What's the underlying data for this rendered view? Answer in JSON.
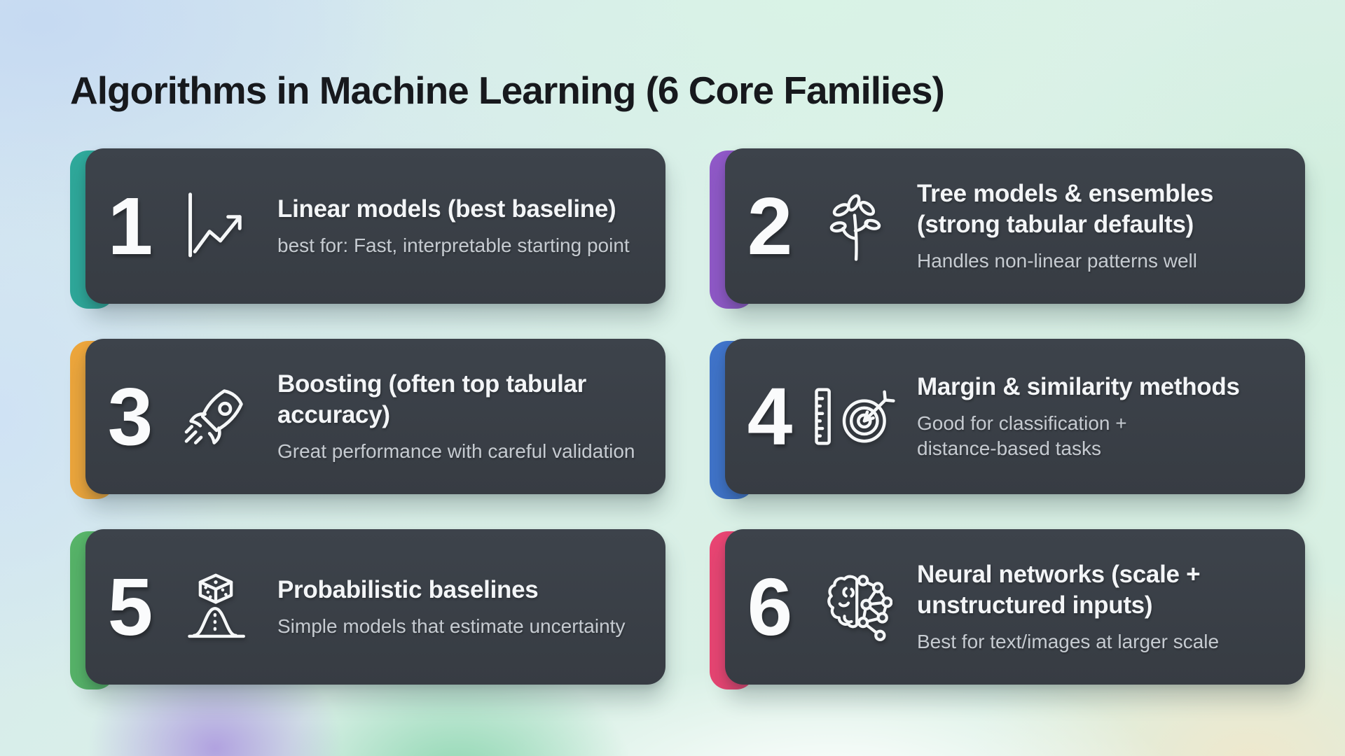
{
  "header": {
    "title": "Algorithms in Machine Learning (6 Core Families)"
  },
  "cards": [
    {
      "number": "1",
      "icon": "line-chart-icon",
      "accent_color": "#2fa99b",
      "title_lines": [
        "Linear models (best baseline)"
      ],
      "subtitle_lines": [
        "best for: Fast, interpretable starting point"
      ]
    },
    {
      "number": "2",
      "icon": "sapling-icon",
      "accent_color": "#9059c8",
      "title_lines": [
        "Tree models & ensembles",
        "(strong tabular defaults)"
      ],
      "subtitle_lines": [
        "Handles non-linear patterns well"
      ]
    },
    {
      "number": "3",
      "icon": "rocket-icon",
      "accent_color": "#eda63c",
      "title_lines": [
        "Boosting (often top tabular",
        "accuracy)"
      ],
      "subtitle_lines": [
        "Great performance with careful validation"
      ]
    },
    {
      "number": "4",
      "icon": "ruler-target-icon",
      "accent_color": "#4074ca",
      "title_lines": [
        "Margin & similarity methods"
      ],
      "subtitle_lines": [
        "Good for classification +",
        "distance-based tasks"
      ]
    },
    {
      "number": "5",
      "icon": "dice-bell-curve-icon",
      "accent_color": "#57b469",
      "title_lines": [
        "Probabilistic baselines"
      ],
      "subtitle_lines": [
        "Simple models that estimate uncertainty"
      ]
    },
    {
      "number": "6",
      "icon": "brain-network-icon",
      "accent_color": "#e94573",
      "title_lines": [
        "Neural networks (scale +",
        "unstructured inputs)"
      ],
      "subtitle_lines": [
        "Best for text/images at larger scale"
      ]
    }
  ],
  "colors": {
    "card_background": "#3d434b",
    "title_text": "#f3f5f7",
    "subtitle_text": "#c6cbd1",
    "heading_text": "#17191d"
  }
}
